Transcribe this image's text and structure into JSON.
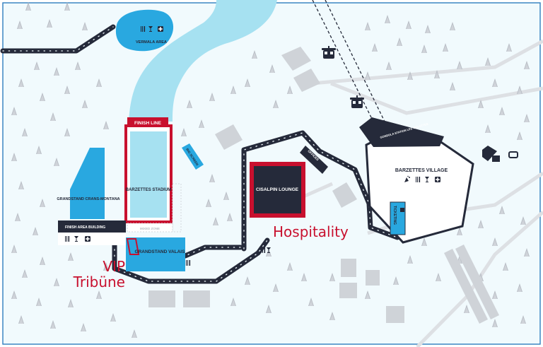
{
  "areas": {
    "vermala": "VERMALA AREA",
    "finish_line": "FINISH LINE",
    "big_screen": "BIG SCREEN",
    "stadium": "BARZETTES STADIUM",
    "grandstand_crans": "GRANDSTAND CRANS-MONTANA",
    "finish_area_building": "FINISH AREA BUILDING",
    "mixed_zone": "MIXED ZONE",
    "grandstand_valais": "GRANDSTAND VALAIS",
    "cisalpin_lounge": "CISALPIN LOUNGE",
    "offices": "OFFICES",
    "gondola_station": "GONDOLA STATION LES VIOLETTES",
    "village": "BARZETTES VILLAGE",
    "ticketing": "TICKETING"
  },
  "annotations": {
    "hospitality": "Hospitality",
    "vip_tribune": "VIP Tribüne"
  },
  "colors": {
    "snow_bg": "#f1fafd",
    "outer_bg": "#ffffff",
    "frame": "#2f7ebf",
    "piste": "#a6e1f1",
    "accent_blue": "#29a8e0",
    "path_dark": "#252a3a",
    "building_grey": "#cfd3d8",
    "finish_red": "#c8102e",
    "annotation_red": "#c8102e",
    "road_grey": "#dde0e4"
  },
  "icons": {
    "vermala": [
      "food-icon",
      "drink-icon",
      "first-aid-icon"
    ],
    "finish_building": [
      "food-icon",
      "drink-icon",
      "first-aid-icon"
    ],
    "village": [
      "entertainment-icon",
      "food-icon",
      "drink-icon",
      "first-aid-icon"
    ],
    "path_stop": [
      "food-icon",
      "drink-icon"
    ],
    "valais_stop": [
      "food-icon"
    ]
  }
}
